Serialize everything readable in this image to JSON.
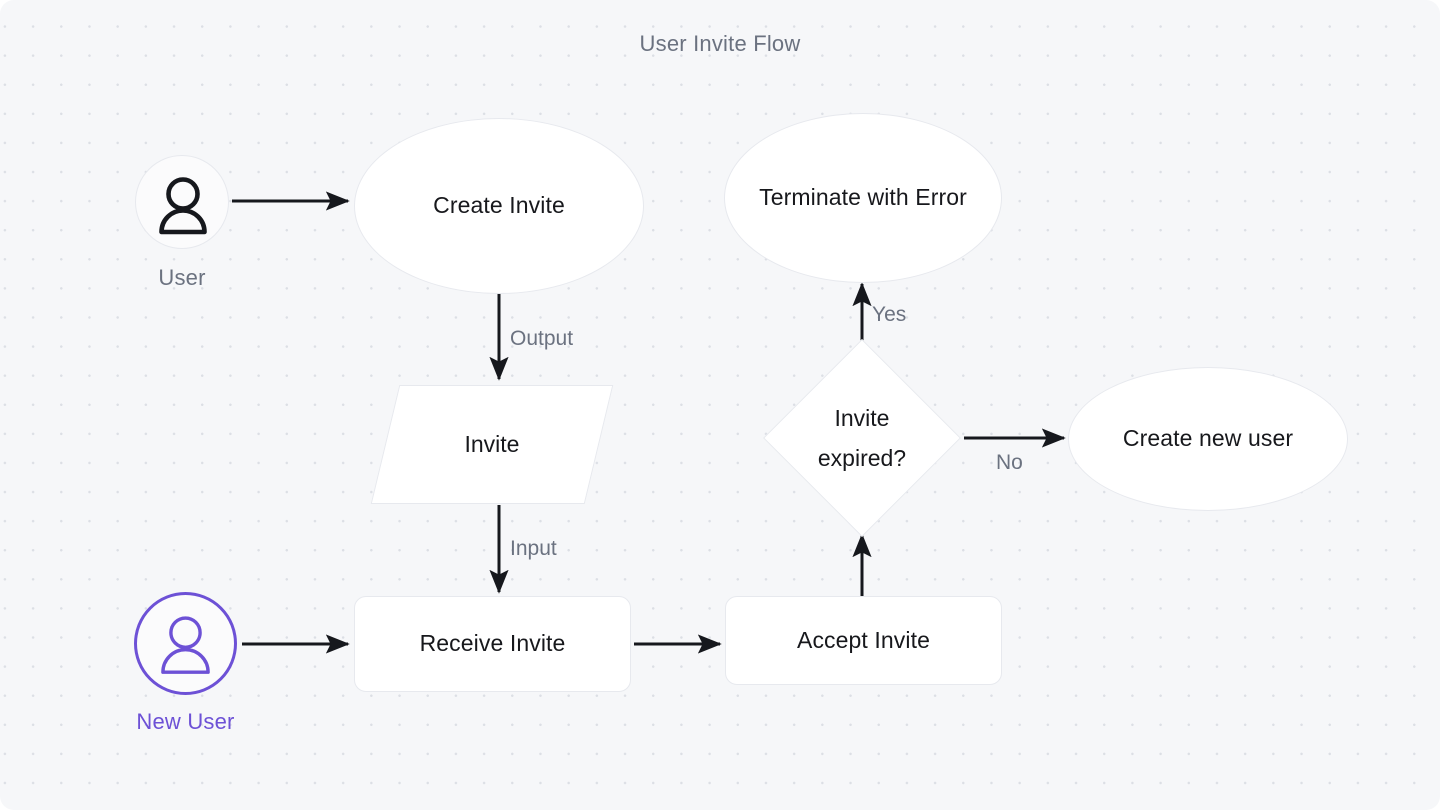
{
  "diagram": {
    "title": "User Invite Flow",
    "type": "flowchart",
    "colors": {
      "canvas_background": "#f6f7f9",
      "grid_dot": "#dcdfe5",
      "node_fill": "#ffffff",
      "node_border": "#e7e9ee",
      "node_text": "#17181c",
      "edge_stroke": "#16181d",
      "muted_text": "#6b7280",
      "accent_purple": "#6d51d6"
    },
    "actors": [
      {
        "id": "user",
        "label": "User",
        "icon": "person-icon",
        "color": "#16181d",
        "border_color": "#e7e9ee",
        "label_color": "#6b7280"
      },
      {
        "id": "new-user",
        "label": "New User",
        "icon": "person-icon",
        "color": "#6d51d6",
        "border_color": "#6d51d6",
        "label_color": "#6d51d6"
      }
    ],
    "nodes": [
      {
        "id": "create-invite",
        "label": "Create Invite",
        "shape": "ellipse"
      },
      {
        "id": "terminate-with-error",
        "label": "Terminate with Error",
        "shape": "ellipse"
      },
      {
        "id": "create-new-user",
        "label": "Create new user",
        "shape": "ellipse"
      },
      {
        "id": "invite",
        "label": "Invite",
        "shape": "parallelogram"
      },
      {
        "id": "receive-invite",
        "label": "Receive Invite",
        "shape": "rounded-rectangle"
      },
      {
        "id": "accept-invite",
        "label": "Accept Invite",
        "shape": "rounded-rectangle"
      },
      {
        "id": "invite-expired",
        "label_line1": "Invite",
        "label_line2": "expired?",
        "shape": "diamond"
      }
    ],
    "edges": [
      {
        "id": "user-to-create-invite",
        "from": "user",
        "to": "create-invite",
        "label": ""
      },
      {
        "id": "create-invite-to-invite",
        "from": "create-invite",
        "to": "invite",
        "label": "Output"
      },
      {
        "id": "invite-to-receive-invite",
        "from": "invite",
        "to": "receive-invite",
        "label": "Input"
      },
      {
        "id": "new-user-to-receive-invite",
        "from": "new-user",
        "to": "receive-invite",
        "label": ""
      },
      {
        "id": "receive-invite-to-accept-invite",
        "from": "receive-invite",
        "to": "accept-invite",
        "label": ""
      },
      {
        "id": "accept-invite-to-invite-expired",
        "from": "accept-invite",
        "to": "invite-expired",
        "label": ""
      },
      {
        "id": "invite-expired-to-terminate",
        "from": "invite-expired",
        "to": "terminate-with-error",
        "label": "Yes"
      },
      {
        "id": "invite-expired-to-create-new-user",
        "from": "invite-expired",
        "to": "create-new-user",
        "label": "No"
      }
    ]
  }
}
